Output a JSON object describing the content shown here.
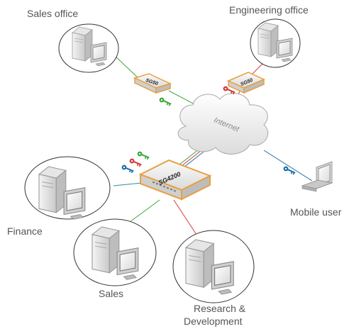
{
  "labels": {
    "sales_office": "Sales office",
    "engineering_office": "Engineering office",
    "mobile_user": "Mobile user",
    "finance": "Finance",
    "sales": "Sales",
    "rnd_line1": "Research &",
    "rnd_line2": "Development",
    "internet": "Internet"
  },
  "devices": {
    "left_gateway": "SG50",
    "right_gateway": "SG50",
    "central_gateway": "SG4200"
  },
  "colors": {
    "green_link": "#3aa83a",
    "red_link": "#d23a3a",
    "blue_link": "#1f6ea8",
    "teal_link": "#2c8c9c",
    "device_orange": "#e8a040"
  }
}
